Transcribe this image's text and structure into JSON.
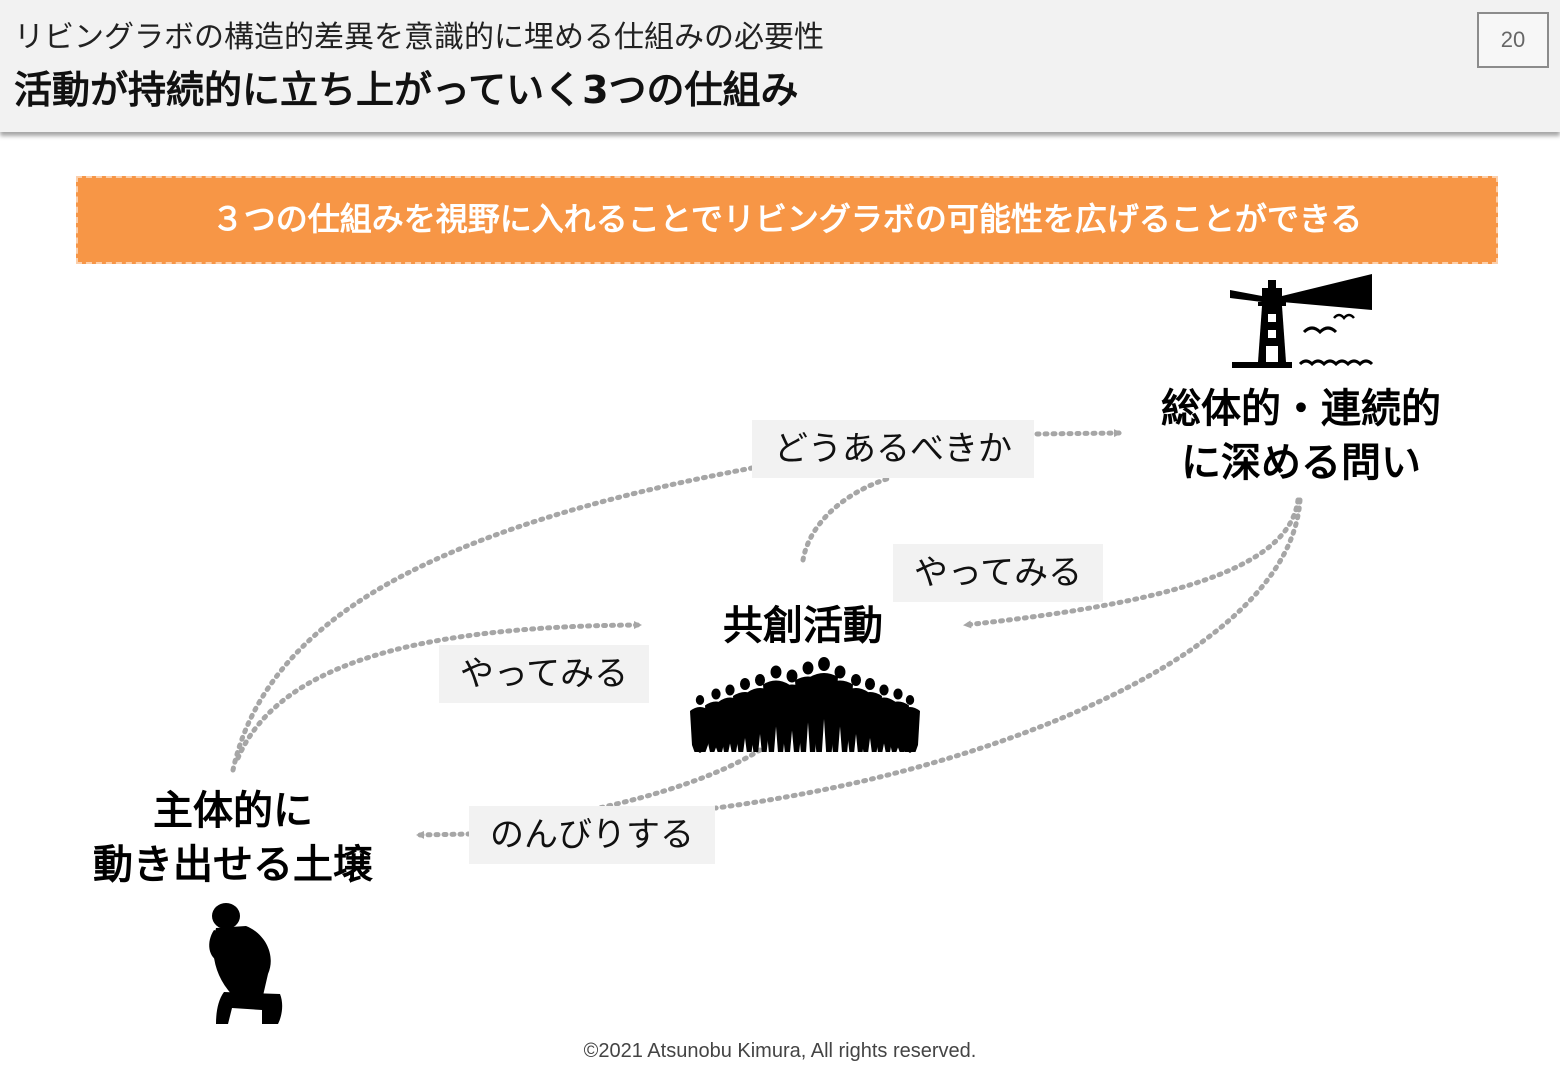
{
  "header": {
    "subtitle": "リビングラボの構造的差異を意識的に埋める仕組みの必要性",
    "title": "活動が持続的に立ち上がっていく3つの仕組み",
    "page_number": "20"
  },
  "banner": {
    "text": "３つの仕組みを視野に入れることでリビングラボの可能性を広げることができる",
    "color": "#f79646"
  },
  "nodes": {
    "inquiry": {
      "line1": "総体的・連続的",
      "line2": "に深める問い",
      "icon": "lighthouse-icon"
    },
    "cocreation": {
      "label": "共創活動",
      "icon": "crowd-icon"
    },
    "ground": {
      "line1": "主体的に",
      "line2": "動き出せる土壌",
      "icon": "thinker-icon"
    }
  },
  "edge_labels": {
    "how_it_should_be": "どうあるべきか",
    "try_it_upper": "やってみる",
    "try_it_lower": "やってみる",
    "take_it_easy": "のんびりする"
  },
  "colors": {
    "connector": "#a6a6a6",
    "label_bg": "#f2f2f2"
  },
  "footer": {
    "copyright": "©2021 Atsunobu Kimura, All rights reserved."
  }
}
